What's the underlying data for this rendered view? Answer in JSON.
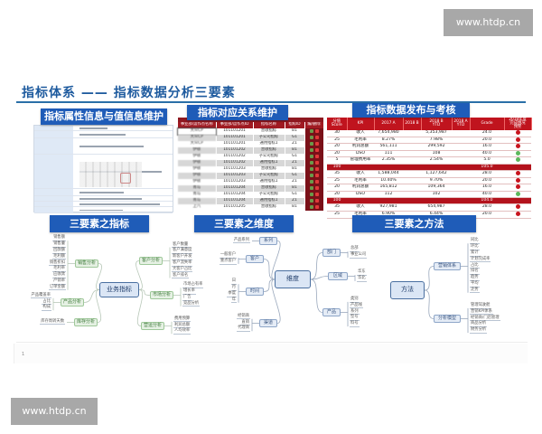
{
  "watermarks": {
    "top": "www.htdp.cn",
    "bottom": "www.htdp.cn"
  },
  "slide": {
    "title": "指标体系 —— 指标数据分析三要素",
    "page_number": "1",
    "accent": "#1f5cb8",
    "table_red": "#c0141e"
  },
  "panels": {
    "attributes": {
      "header": "指标属性信息与值信息维护"
    },
    "relations": {
      "header": "指标对应关系维护",
      "columns": [
        "事业部/运作点名称",
        "事业部/运作点ID",
        "指标名称",
        "指标ID",
        "编/删除"
      ],
      "rows": [
        [
          "大众CP",
          "101101201",
          "营收指标",
          "B1"
        ],
        [
          "大众CP",
          "101101201",
          "子公司指标",
          "G1"
        ],
        [
          "大众CP",
          "101101201",
          "通用指标1",
          "Z1"
        ],
        [
          "伊顿",
          "101101202",
          "营收指标",
          "B1"
        ],
        [
          "伊顿",
          "101101202",
          "子公司指标",
          "G1"
        ],
        [
          "伊顿",
          "101101202",
          "通用指标1",
          "Z1"
        ],
        [
          "伊顿",
          "101101203",
          "营收指标",
          "B1"
        ],
        [
          "伊顿",
          "101101203",
          "子公司指标",
          "G1"
        ],
        [
          "伊顿",
          "101101203",
          "通用指标1",
          "Z1"
        ],
        [
          "青岛",
          "101101204",
          "营收指标",
          "B1"
        ],
        [
          "青岛",
          "101101204",
          "子公司指标",
          "G1"
        ],
        [
          "青岛",
          "101101204",
          "通用指标1",
          "Z1"
        ],
        [
          "上汽",
          "101101205",
          "营收指标",
          "B1"
        ]
      ]
    },
    "kpi": {
      "header": "指标数据发布与考核",
      "columns": [
        [
          "分值",
          "Score"
        ],
        [
          "",
          "KPI"
        ],
        [
          "",
          "2017 A"
        ],
        [
          "",
          "2018 B"
        ],
        [
          "2018 B",
          "YTD"
        ],
        [
          "2018 A",
          "YTD"
        ],
        [
          "",
          "Grade"
        ],
        [
          "2018年度",
          "完成情况",
          "预警"
        ]
      ],
      "rows": [
        {
          "score": "30",
          "kpi": "收入",
          "a2017": "7,654,980",
          "b2018": "",
          "bytd": "5,353,987",
          "aytd": "",
          "grade": "24.0",
          "status": "red"
        },
        {
          "score": "25",
          "kpi": "毛利率",
          "a2017": "8.27%",
          "b2018": "",
          "bytd": "7.98%",
          "aytd": "",
          "grade": "20.0",
          "status": "red"
        },
        {
          "score": "20",
          "kpi": "利润总额",
          "a2017": "561,111",
          "b2018": "",
          "bytd": "299,592",
          "aytd": "",
          "grade": "16.0",
          "status": "red"
        },
        {
          "score": "20",
          "kpi": "DSO",
          "a2017": "111",
          "b2018": "",
          "bytd": "108",
          "aytd": "",
          "grade": "40.0",
          "status": "green"
        },
        {
          "score": "5",
          "kpi": "管理费用率",
          "a2017": "2.35%",
          "b2018": "",
          "bytd": "2.54%",
          "aytd": "",
          "grade": "5.0",
          "status": "green"
        },
        {
          "total": true,
          "score": "100",
          "grade": "105.0"
        },
        {
          "score": "35",
          "kpi": "收入",
          "a2017": "1,588,044",
          "b2018": "",
          "bytd": "1,127,642",
          "aytd": "",
          "grade": "28.0",
          "status": "red"
        },
        {
          "score": "25",
          "kpi": "毛利率",
          "a2017": "10.40%",
          "b2018": "",
          "bytd": "9.70%",
          "aytd": "",
          "grade": "20.0",
          "status": "red"
        },
        {
          "score": "20",
          "kpi": "利润总额",
          "a2017": "165,812",
          "b2018": "",
          "bytd": "109,364",
          "aytd": "",
          "grade": "16.0",
          "status": "red"
        },
        {
          "score": "20",
          "kpi": "DSO",
          "a2017": "112",
          "b2018": "",
          "bytd": "102",
          "aytd": "",
          "grade": "40.0",
          "status": "green"
        },
        {
          "total": true,
          "score": "100",
          "grade": "104.0"
        },
        {
          "score": "35",
          "kpi": "收入",
          "a2017": "927,981",
          "b2018": "",
          "bytd": "654,987",
          "aytd": "",
          "grade": "28.0",
          "status": "red"
        },
        {
          "score": "25",
          "kpi": "毛利率",
          "a2017": "6.90%",
          "b2018": "",
          "bytd": "6.44%",
          "aytd": "",
          "grade": "20.0",
          "status": "red"
        }
      ],
      "status_colors": {
        "red": "#c8141e",
        "green": "#5cb85c"
      }
    }
  },
  "mindmaps": [
    {
      "header": "三要素之指标",
      "center": "业务指标",
      "style": "green",
      "branches": [
        {
          "label": "销售分析",
          "side": "left",
          "leaves": [
            "销售额",
            "销售量",
            "回款额",
            "毛利额",
            "销售折扣",
            "毛利率",
            "应收款",
            "产销率",
            "订单金额"
          ]
        },
        {
          "label": "产品分析",
          "side": "left",
          "leaves": [
            "产品覆盖率",
            "占比",
            "构成"
          ]
        },
        {
          "label": "库存分析",
          "side": "left",
          "leaves": [
            "库存周转天数"
          ]
        },
        {
          "label": "客户分析",
          "side": "right",
          "leaves": [
            "客户数量",
            "客户满意度",
            "新客户开发",
            "客户流失率",
            "大客户占比",
            "客户排名"
          ]
        },
        {
          "label": "市场分析",
          "side": "right",
          "leaves": [
            "市场占有率",
            "增长率",
            "广告",
            "竞品分析"
          ]
        },
        {
          "label": "营运分析",
          "side": "right",
          "leaves": [
            "费用预算",
            "利润总额",
            "人均效率"
          ]
        }
      ]
    },
    {
      "header": "三要素之维度",
      "center": "维度",
      "style": "blue",
      "branches": [
        {
          "label": "系列",
          "side": "left",
          "leaves": [
            "产品系列"
          ]
        },
        {
          "label": "客户",
          "side": "left",
          "leaves": [
            "一般客户",
            "重点客户"
          ]
        },
        {
          "label": "时间",
          "side": "left",
          "leaves": [
            "日",
            "月",
            "季度",
            "年"
          ]
        },
        {
          "label": "渠道",
          "side": "left",
          "leaves": [
            "经销商",
            "直销",
            "代理商"
          ]
        },
        {
          "label": "部门",
          "side": "right",
          "leaves": [
            "总部",
            "事业公司"
          ]
        },
        {
          "label": "区域",
          "side": "right",
          "leaves": [
            "华东",
            "华北"
          ]
        },
        {
          "label": "产品",
          "side": "right",
          "leaves": [
            "类别",
            "产品线",
            "系列",
            "型号",
            "料号"
          ]
        }
      ]
    },
    {
      "header": "三要素之方法",
      "center": "方法",
      "style": "blue",
      "branches": [
        {
          "label": "营销体系",
          "side": "right",
          "leaves": [
            "同比",
            "环比",
            "累计",
            "计划完成率",
            "占比",
            "排名",
            "趋势",
            "平均",
            "走势"
          ]
        },
        {
          "label": "分析模型",
          "side": "right",
          "leaves": [
            "管理驾驶舱",
            "营销KPI体系",
            "经销商/门店管理",
            "商品分析",
            "财务分析"
          ]
        }
      ]
    }
  ]
}
